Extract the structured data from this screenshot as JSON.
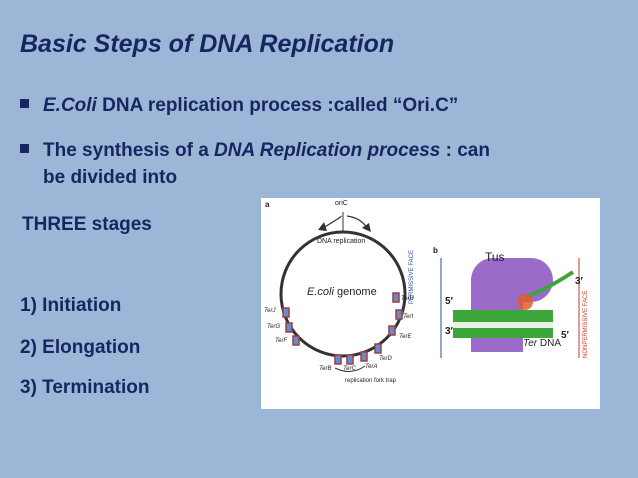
{
  "slide": {
    "title": "Basic Steps of DNA Replication",
    "bullet1": {
      "italic": "E.Coli",
      "rest": " DNA replication process :called “Ori.C”"
    },
    "bullet2": {
      "pre": "The synthesis of a ",
      "italic": "DNA Replication process",
      "post": " : can"
    },
    "bullet2_cont": "be divided into",
    "stages_label": "THREE stages",
    "steps": [
      "1)  Initiation",
      "2)  Elongation",
      "3)  Termination"
    ]
  },
  "figure": {
    "panel_a": "a",
    "panel_b": "b",
    "oric": "oriC",
    "dna_replication": "DNA replication",
    "genome_italic": "E.coli",
    "genome_rest": " genome",
    "ter_labels": [
      "TerH",
      "TerI",
      "TerJ",
      "TerG",
      "TerF",
      "TerE",
      "TerD",
      "TerA",
      "TerB",
      "TerC"
    ],
    "fork_trap": "replication fork trap",
    "tus": "Tus",
    "three_prime": "3′",
    "five_prime": "5′",
    "ter_dna_italic": "Ter",
    "ter_dna_rest": " DNA",
    "permissive": "PERMISSIVE FACE",
    "nonpermissive": "NONPERMISSIVE FACE"
  },
  "colors": {
    "background": "#9cb6d8",
    "text": "#17265f",
    "tus": "#9b6bc9",
    "dna_green": "#3da63a"
  }
}
